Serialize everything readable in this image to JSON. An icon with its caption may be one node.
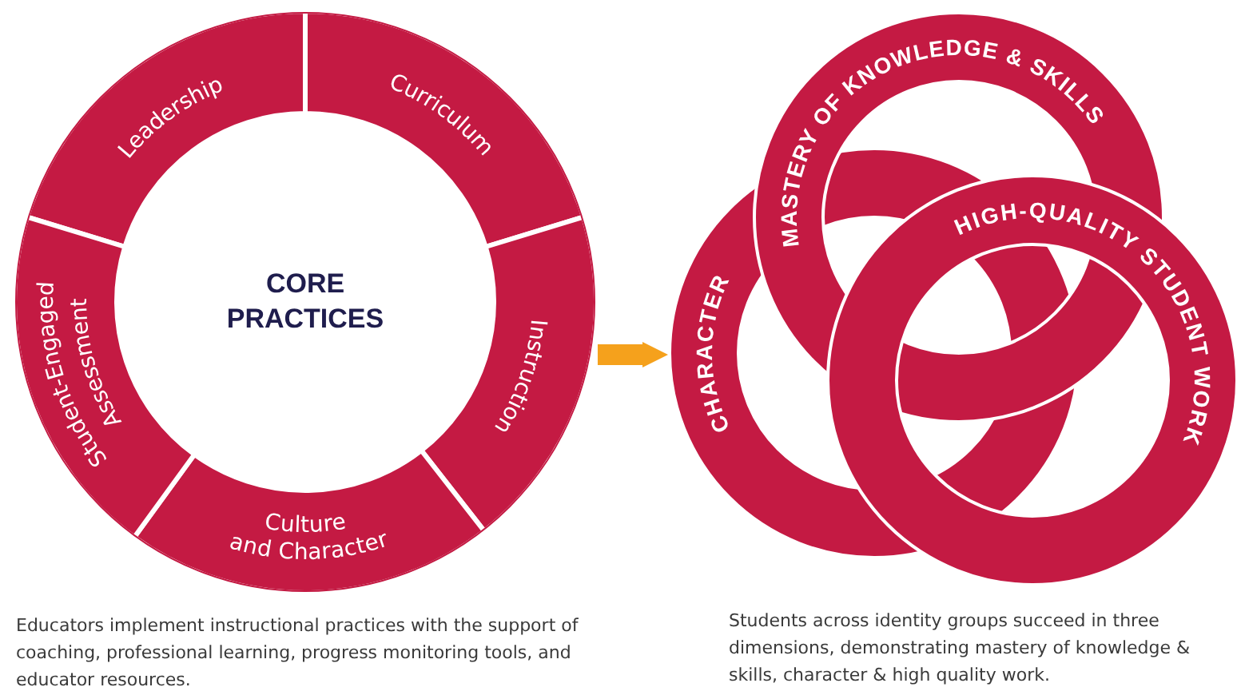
{
  "diagram": {
    "nodes": [
      {
        "text": [],
        "shape": "circle"
      },
      {
        "text": [
          "CORE PRACTICES"
        ],
        "in": 0
      },
      {
        "text": [
          "Leadership"
        ],
        "in": 0
      },
      {
        "text": [
          "Curriculum"
        ],
        "in": 0
      },
      {
        "text": [
          "Instruction"
        ],
        "in": 0
      },
      {
        "text": [
          "Culture and Character"
        ],
        "in": 0
      },
      {
        "text": [
          "Student-Engaged Assessment"
        ],
        "in": 0
      },
      {
        "text": [
          "MASTERY OF KNOWLEDGE & SKILLS"
        ]
      },
      {
        "text": [
          "CHARACTER"
        ]
      },
      {
        "text": [
          "HIGH-QUALITY STUDENT WORK"
        ]
      }
    ],
    "edges": [
      {
        "from": 0,
        "to": 8,
        "arrow": "to"
      }
    ],
    "labels": [
      "Educators implement instructional practices with the support of coaching, professional learning, progress monitoring tools, and educator resources.",
      "Students across identity groups succeed in three dimensions, demonstrating mastery of knowledge & skills, character & high quality work."
    ]
  }
}
